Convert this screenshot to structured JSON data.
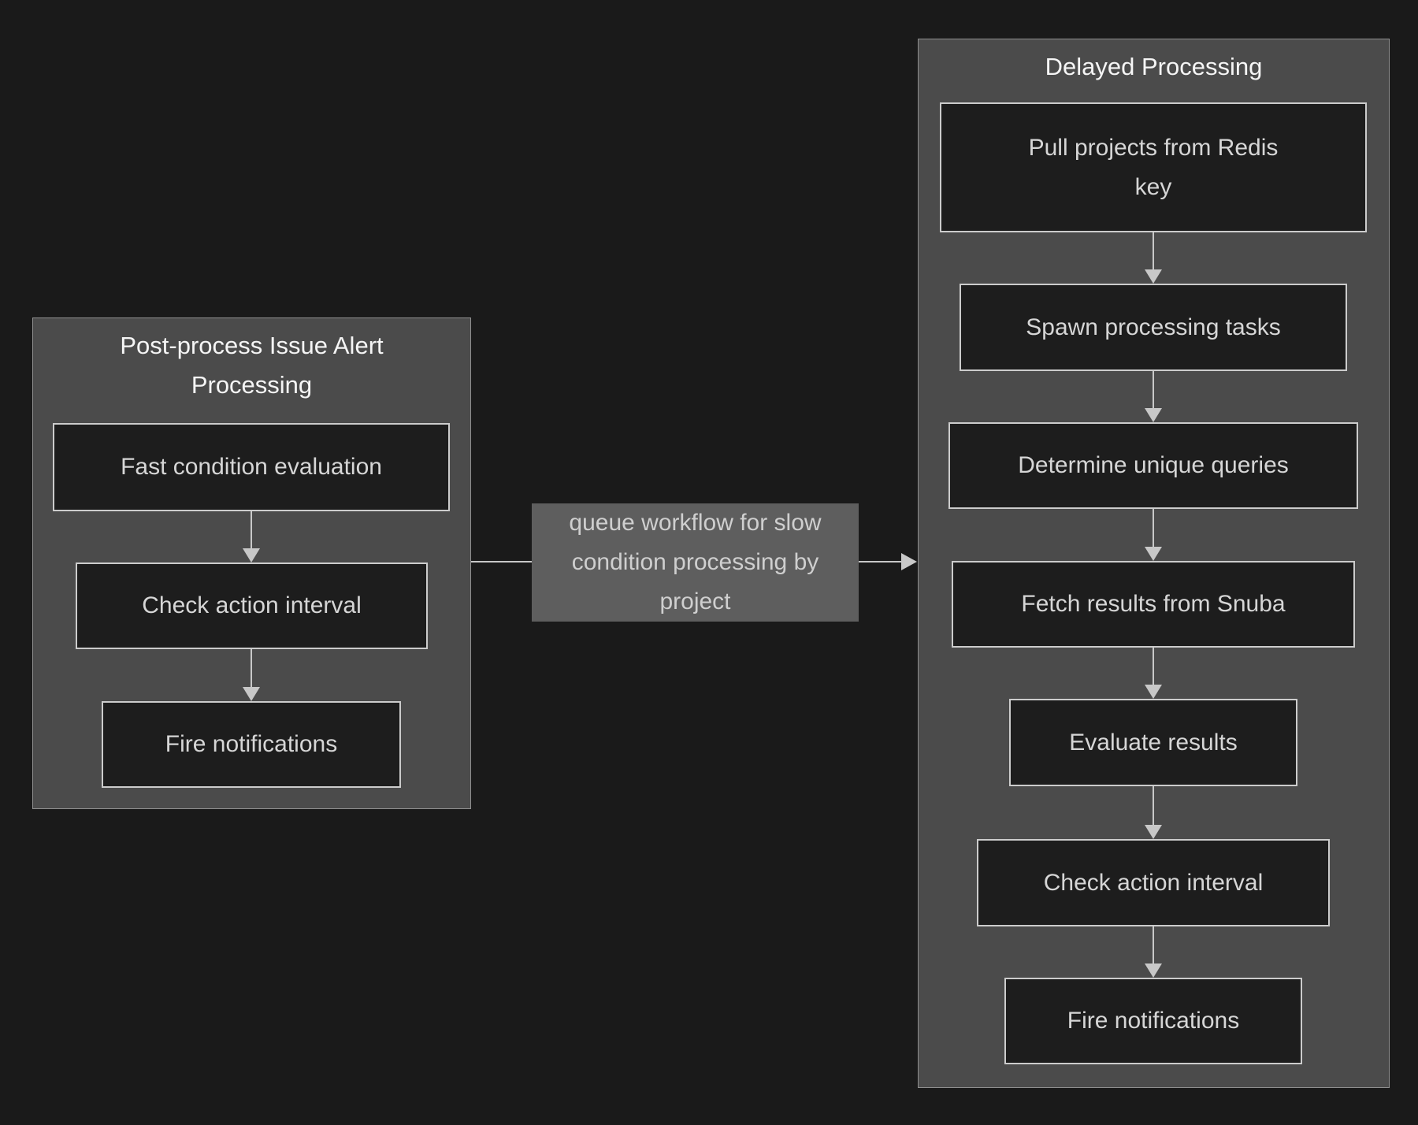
{
  "diagram": {
    "type": "flowchart",
    "clusters": [
      {
        "id": "post-process-issue-alert-processing",
        "title": "Post-process Issue Alert Processing",
        "nodes": [
          "Fast condition evaluation",
          "Check action interval",
          "Fire notifications"
        ]
      },
      {
        "id": "delayed-processing",
        "title": "Delayed Processing",
        "nodes": [
          "Pull projects from Redis key",
          "Spawn processing tasks",
          "Determine unique queries",
          "Fetch results from Snuba",
          "Evaluate results",
          "Check action interval",
          "Fire notifications"
        ]
      }
    ],
    "edge": {
      "label": "queue workflow for slow condition processing by project",
      "from_cluster": "Post-process Issue Alert Processing",
      "to_cluster": "Delayed Processing"
    }
  },
  "colors": {
    "background": "#1a1a1a",
    "cluster-fill": "#4b4b4b",
    "cluster-border": "#8f8f8f",
    "node-fill": "#1d1d1d",
    "node-border": "#cccccc",
    "node-text": "#d6d6d6",
    "title-text": "#f5f5f5",
    "arrow": "#c8c8c8",
    "label-bg": "#5e5e5e",
    "label-text": "#cfcfcf"
  }
}
